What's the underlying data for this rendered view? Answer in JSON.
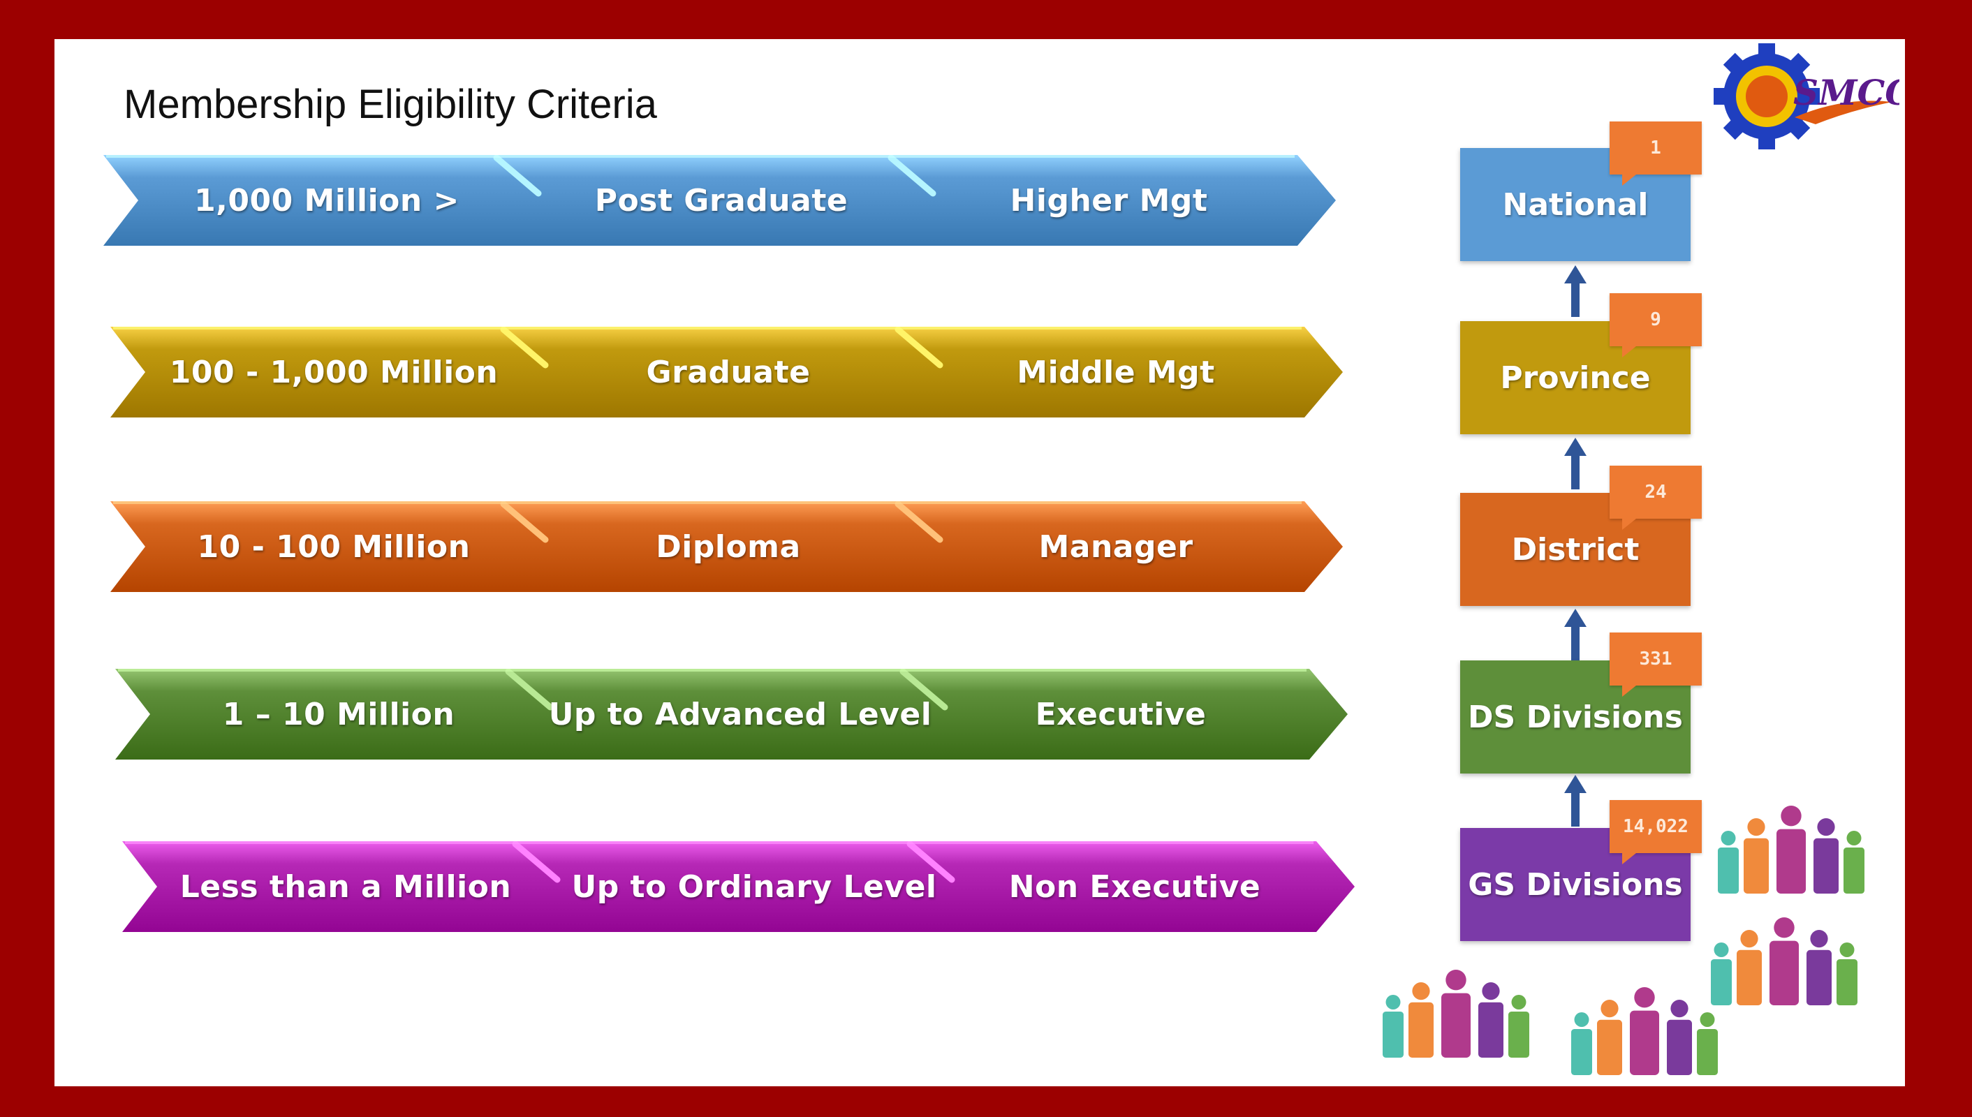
{
  "slide": {
    "title": "Membership Eligibility Criteria"
  },
  "criteria_rows": [
    {
      "color": "#5b9bd5",
      "segments": [
        "1,000 Million >",
        "Post Graduate",
        "Higher Mgt"
      ]
    },
    {
      "color": "#c19a0e",
      "segments": [
        "100 - 1,000 Million",
        "Graduate",
        "Middle Mgt"
      ]
    },
    {
      "color": "#d8671f",
      "segments": [
        "10 - 100 Million",
        "Diploma",
        "Manager"
      ]
    },
    {
      "color": "#5e8f3a",
      "segments": [
        "1 – 10 Million",
        "Up to Advanced Level",
        "Executive"
      ]
    },
    {
      "color": "#b628b6",
      "segments": [
        "Less than a Million",
        "Up to Ordinary Level",
        "Non Executive"
      ]
    }
  ],
  "hierarchy": [
    {
      "label": "National",
      "count": "1",
      "color": "#5b9bd5"
    },
    {
      "label": "Province",
      "count": "9",
      "color": "#c19a0e"
    },
    {
      "label": "District",
      "count": "24",
      "color": "#d8671f"
    },
    {
      "label": "DS Divisions",
      "count": "331",
      "color": "#5e8f3a"
    },
    {
      "label": "GS Divisions",
      "count": "14,022",
      "color": "#7b3aa8"
    }
  ],
  "colors": {
    "frame": "#9c0000",
    "callout": "#ee7a32",
    "arrow": "#2f5597"
  },
  "logo": {
    "text": "SMCO"
  },
  "icons": [
    "people-group-icon",
    "arrow-up-icon",
    "logo-gear-icon"
  ]
}
